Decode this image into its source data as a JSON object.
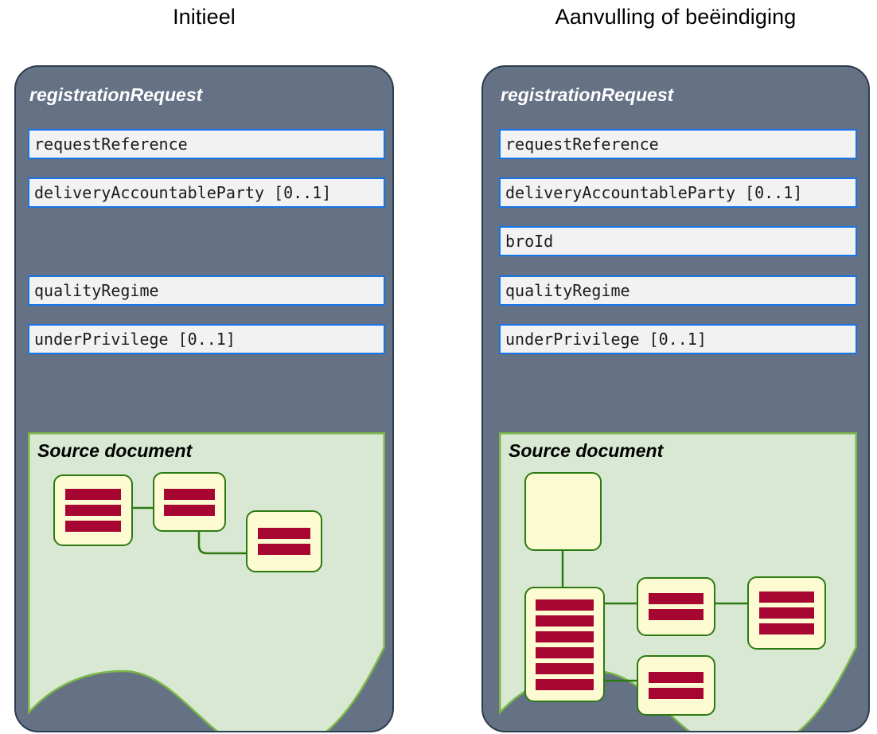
{
  "columns": [
    {
      "id": "initieel",
      "title": "Initieel",
      "panel": {
        "title": "registrationRequest",
        "fields": [
          {
            "label": "requestReference",
            "present": true
          },
          {
            "label": "deliveryAccountableParty [0..1]",
            "present": true
          },
          {
            "label": "broId",
            "present": false
          },
          {
            "label": "qualityRegime",
            "present": true
          },
          {
            "label": "underPrivilege [0..1]",
            "present": true
          }
        ],
        "source_document": {
          "title": "Source document",
          "nodes": [
            {
              "id": "n1",
              "bars": 3
            },
            {
              "id": "n2",
              "bars": 2
            },
            {
              "id": "n3",
              "bars": 2
            }
          ],
          "links": [
            {
              "from": "n1",
              "to": "n2"
            },
            {
              "from": "n2",
              "to": "n3"
            }
          ]
        }
      }
    },
    {
      "id": "aanvulling",
      "title": "Aanvulling of beëindiging",
      "panel": {
        "title": "registrationRequest",
        "fields": [
          {
            "label": "requestReference",
            "present": true
          },
          {
            "label": "deliveryAccountableParty [0..1]",
            "present": true
          },
          {
            "label": "broId",
            "present": true
          },
          {
            "label": "qualityRegime",
            "present": true
          },
          {
            "label": "underPrivilege [0..1]",
            "present": true
          }
        ],
        "source_document": {
          "title": "Source document",
          "nodes": [
            {
              "id": "m0",
              "bars": 0
            },
            {
              "id": "m1",
              "bars": 6
            },
            {
              "id": "m2",
              "bars": 2
            },
            {
              "id": "m3",
              "bars": 3
            },
            {
              "id": "m4",
              "bars": 2
            }
          ],
          "links": [
            {
              "from": "m0",
              "to": "m1"
            },
            {
              "from": "m1",
              "to": "m2"
            },
            {
              "from": "m2",
              "to": "m3"
            },
            {
              "from": "m1",
              "to": "m4"
            }
          ]
        }
      }
    }
  ],
  "colors": {
    "panel_fill": "#657286",
    "panel_border": "#2e3d4e",
    "field_fill": "#f2f2f2",
    "field_border": "#1673e8",
    "source_fill": "#d9e8d2",
    "source_border": "#7ab648",
    "node_fill": "#fcfbd2",
    "node_border": "#2d7a12",
    "bar_fill": "#a80632",
    "title_text": "#000000",
    "panel_title_text": "#ffffff"
  }
}
